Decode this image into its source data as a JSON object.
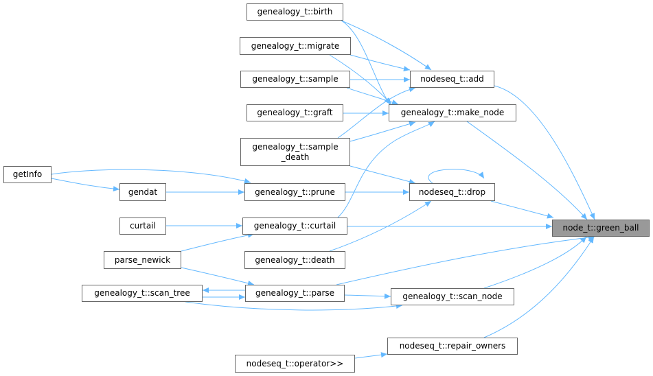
{
  "colors": {
    "edge": "#63b8ff",
    "node_border": "#666666",
    "focus_fill": "#999999"
  },
  "nodes": {
    "green_ball": "node_t::green_ball",
    "birth": "genealogy_t::birth",
    "migrate": "genealogy_t::migrate",
    "sample": "genealogy_t::sample",
    "graft": "genealogy_t::graft",
    "sample_death": "genealogy_t::sample\n_death",
    "nodeseq_add": "nodeseq_t::add",
    "make_node": "genealogy_t::make_node",
    "nodeseq_drop": "nodeseq_t::drop",
    "getInfo": "getInfo",
    "gendat": "gendat",
    "prune": "genealogy_t::prune",
    "curtail_fn": "curtail",
    "curtail": "genealogy_t::curtail",
    "parse_newick": "parse_newick",
    "death": "genealogy_t::death",
    "scan_tree": "genealogy_t::scan_tree",
    "parse": "genealogy_t::parse",
    "scan_node": "genealogy_t::scan_node",
    "repair_owners": "nodeseq_t::repair_owners",
    "operator": "nodeseq_t::operator>>"
  }
}
